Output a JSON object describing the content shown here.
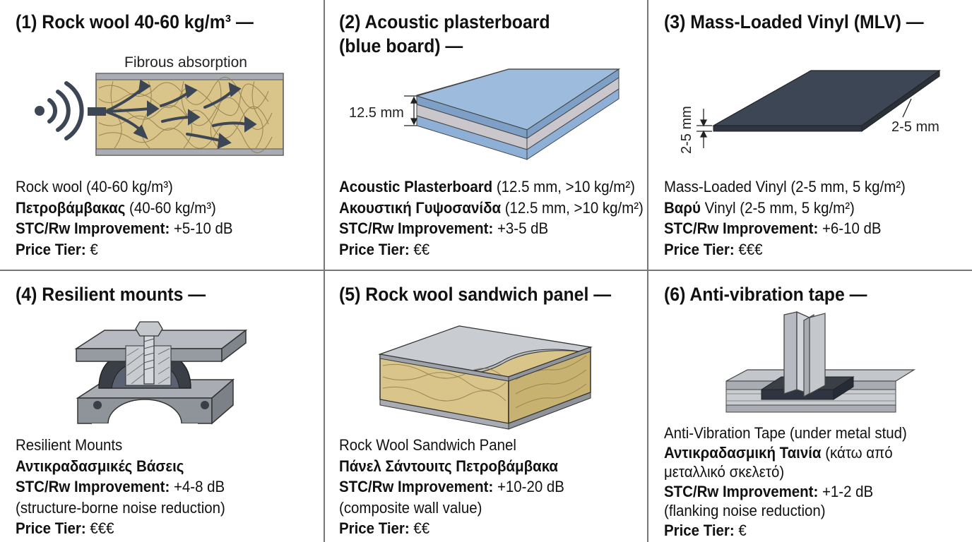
{
  "cells": [
    {
      "title": "(1) Rock wool 40-60 kg/m³ —",
      "illus_label": "Fibrous absorption",
      "name_en": "Rock wool (40-60 kg/m³)",
      "name_el": "Πετροβάμβακας",
      "name_el_rest": " (40-60 kg/m³)",
      "stc_label": "STC/Rw Improvement:",
      "stc_value": " +5-10 dB",
      "price_label": "Price Tier:",
      "price_value": " €"
    },
    {
      "title": "(2) Acoustic plasterboard",
      "title2": "(blue board) —",
      "dim_label": "12.5 mm",
      "name_en": "Acoustic Plasterboard",
      "name_en_rest": " (12.5 mm, >10 kg/m²)",
      "name_el": "Ακουστική Γυψοσανίδα",
      "name_el_rest": " (12.5 mm, >10 kg/m²)",
      "stc_label": "STC/Rw Improvement:",
      "stc_value": " +3-5 dB",
      "price_label": "Price Tier:",
      "price_value": " €€"
    },
    {
      "title": "(3) Mass-Loaded Vinyl (MLV) —",
      "dim_label_v": "2-5 mm",
      "dim_label_h": "2-5 mm",
      "name_en": "Mass-Loaded Vinyl (2-5 mm, 5 kg/m²)",
      "name_el": "Βαρύ",
      "name_el_rest": " Vinyl (2-5 mm, 5 kg/m²)",
      "stc_label": "STC/Rw Improvement:",
      "stc_value": " +6-10 dB",
      "price_label": "Price Tier:",
      "price_value": " €€€"
    },
    {
      "title": "(4) Resilient mounts —",
      "name_en": "Resilient Mounts",
      "name_el": "Αντικραδασμικές Βάσεις",
      "stc_label": "STC/Rw Improvement:",
      "stc_value": " +4-8 dB",
      "stc_note": "(structure-borne noise reduction)",
      "price_label": "Price Tier:",
      "price_value": " €€€"
    },
    {
      "title": "(5) Rock wool sandwich panel —",
      "name_en": "Rock Wool Sandwich Panel",
      "name_el": "Πάνελ Σάντουιτς Πετροβάμβακα",
      "stc_label": "STC/Rw Improvement:",
      "stc_value": " +10-20 dB",
      "stc_note": "(composite wall value)",
      "price_label": "Price Tier:",
      "price_value": " €€"
    },
    {
      "title": "(6) Anti-vibration tape —",
      "name_en": "Anti-Vibration Tape (under metal stud)",
      "name_el": "Αντικραδασμική Ταινία",
      "name_el_rest": " (κάτω από",
      "name_el_line2": "μεταλλικό σκελετό)",
      "stc_label": "STC/Rw Improvement:",
      "stc_value": " +1-2 dB",
      "stc_note": "(flanking noise reduction)",
      "price_label": "Price Tier:",
      "price_value": " €"
    }
  ],
  "colors": {
    "wool": "#d9c48a",
    "plasterboard_blue": "#8fb0d6",
    "vinyl": "#3d4654",
    "steel": "#a9adb3",
    "rubber": "#3a3f47",
    "divider": "#777777"
  }
}
